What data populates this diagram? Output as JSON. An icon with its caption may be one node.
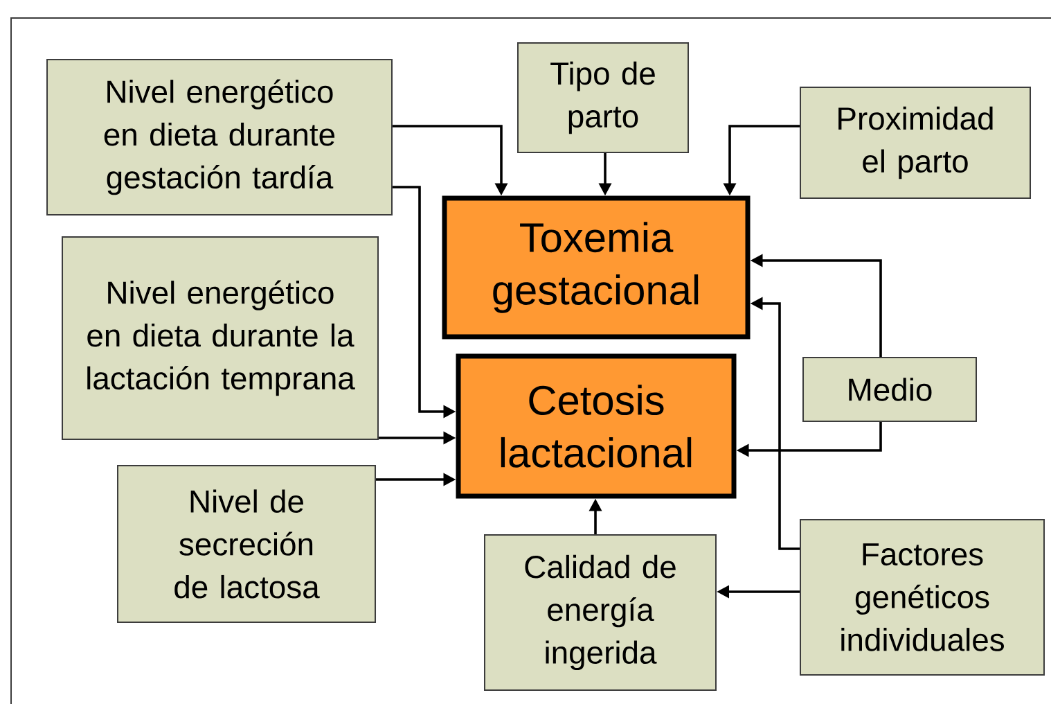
{
  "diagram": {
    "nodes": [
      {
        "text": [
          "Nivel energético en dieta durante gestación tardía"
        ]
      },
      {
        "text": [
          "Tipo de parto"
        ]
      },
      {
        "text": [
          "Proximidad el parto"
        ]
      },
      {
        "text": [
          "Toxemia gestacional"
        ]
      },
      {
        "text": [
          "Nivel energético en dieta durante la lactación temprana"
        ]
      },
      {
        "text": [
          "Cetosis lactacional"
        ]
      },
      {
        "text": [
          "Medio"
        ]
      },
      {
        "text": [
          "Nivel de secreción de lactosa"
        ]
      },
      {
        "text": [
          "Calidad de energía ingerida"
        ]
      },
      {
        "text": [
          "Factores genéticos individuales"
        ]
      }
    ],
    "edges": [
      {
        "from": 0,
        "to": 3,
        "arrow": "to"
      },
      {
        "from": 0,
        "to": 5,
        "arrow": "to"
      },
      {
        "from": 1,
        "to": 3,
        "arrow": "to"
      },
      {
        "from": 2,
        "to": 3,
        "arrow": "to"
      },
      {
        "from": 4,
        "to": 5,
        "arrow": "to"
      },
      {
        "from": 6,
        "to": 3,
        "arrow": "to"
      },
      {
        "from": 6,
        "to": 5,
        "arrow": "to"
      },
      {
        "from": 7,
        "to": 5,
        "arrow": "to"
      },
      {
        "from": 9,
        "to": 3,
        "arrow": "to"
      },
      {
        "from": 9,
        "to": 8,
        "arrow": "to"
      },
      {
        "from": 8,
        "to": 5,
        "arrow": "to"
      }
    ]
  }
}
